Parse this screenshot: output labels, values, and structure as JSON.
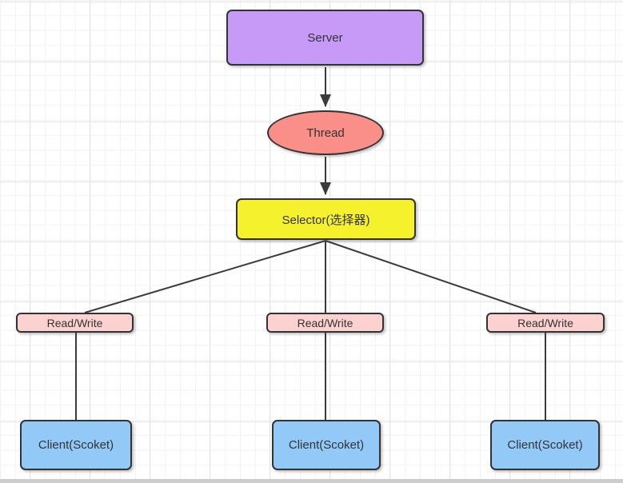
{
  "canvas": {
    "background": "#ffffff",
    "grid_minor_color": "#f2f2f5",
    "grid_major_color": "#e4e4e8",
    "bottom_edge_color": "#cdcdcd"
  },
  "style": {
    "node_border_color": "#333333",
    "node_text_color": "#333333",
    "connector_color": "#3b3b3b"
  },
  "nodes": {
    "server": {
      "label": "Server",
      "fill": "#c89af8",
      "shape": "rounded-rect"
    },
    "thread": {
      "label": "Thread",
      "fill": "#fa8f8a",
      "shape": "ellipse"
    },
    "selector": {
      "label": "Selector(选择器)",
      "fill": "#f5f12d",
      "shape": "rounded-rect"
    },
    "read_write": [
      {
        "label": "Read/Write",
        "fill": "#fbd2d0"
      },
      {
        "label": "Read/Write",
        "fill": "#fbd2d0"
      },
      {
        "label": "Read/Write",
        "fill": "#fbd2d0"
      }
    ],
    "clients": [
      {
        "label": "Client(Scoket)",
        "fill": "#92c9f7"
      },
      {
        "label": "Client(Scoket)",
        "fill": "#92c9f7"
      },
      {
        "label": "Client(Scoket)",
        "fill": "#92c9f7"
      }
    ]
  },
  "edges": {
    "server_to_thread": "arrow",
    "thread_to_selector": "arrow",
    "selector_to_read_write": "line",
    "read_write_to_client": "line"
  }
}
